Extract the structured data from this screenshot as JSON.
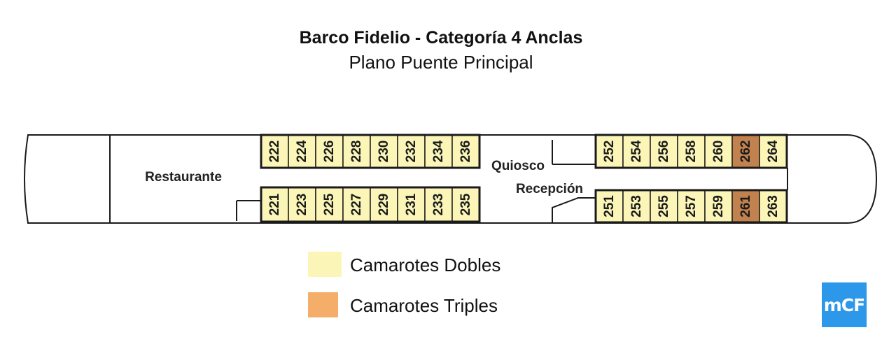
{
  "header": {
    "title": "Barco Fidelio - Categoría 4 Anclas",
    "subtitle": "Plano Puente Principal"
  },
  "areas": {
    "restaurant": "Restaurante",
    "kiosk": "Quiosco",
    "reception": "Recepción"
  },
  "cabins": {
    "aft_upper": [
      "222",
      "224",
      "226",
      "228",
      "230",
      "232",
      "234",
      "236"
    ],
    "aft_lower": [
      "221",
      "223",
      "225",
      "227",
      "229",
      "231",
      "233",
      "235"
    ],
    "fwd_upper": [
      {
        "number": "252",
        "type": "double"
      },
      {
        "number": "254",
        "type": "double"
      },
      {
        "number": "256",
        "type": "double"
      },
      {
        "number": "258",
        "type": "double"
      },
      {
        "number": "260",
        "type": "double"
      },
      {
        "number": "262",
        "type": "triple"
      },
      {
        "number": "264",
        "type": "double"
      }
    ],
    "fwd_lower": [
      {
        "number": "251",
        "type": "double"
      },
      {
        "number": "253",
        "type": "double"
      },
      {
        "number": "255",
        "type": "double"
      },
      {
        "number": "257",
        "type": "double"
      },
      {
        "number": "259",
        "type": "double"
      },
      {
        "number": "261",
        "type": "triple"
      },
      {
        "number": "263",
        "type": "double"
      }
    ]
  },
  "legend": {
    "double_label": "Camarotes Dobles",
    "triple_label": "Camarotes Triples"
  },
  "colors": {
    "double_cabin": "#fbf6b8",
    "triple_cabin_plan": "#c2824f",
    "triple_legend": "#f4ae6a",
    "outline": "#1a1a1a",
    "logo_bg": "#2d97ea"
  },
  "logo": {
    "text": "mCF"
  }
}
